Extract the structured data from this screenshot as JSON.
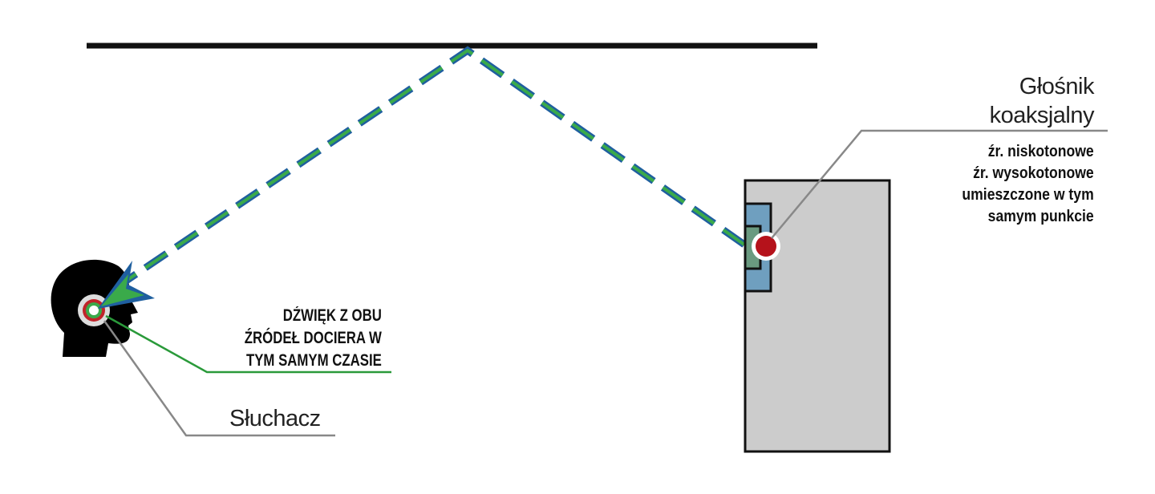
{
  "speaker": {
    "title_line1": "Głośnik",
    "title_line2": "koaksjalny",
    "desc": [
      "źr. niskotonowe",
      "źr. wysokotonowe",
      "umieszczone w tym",
      "samym punkcie"
    ]
  },
  "listener": {
    "label": "Słuchacz",
    "note": [
      "DŹWIĘK Z OBU",
      "ŹRÓDEŁ DOCIERA W",
      "TYM SAMYM CZASIE"
    ]
  },
  "colors": {
    "path_outer": "#1f5f9f",
    "path_inner": "#3aaa4a",
    "dot": "#b5121b",
    "cabinet": "#cccccc",
    "driver_outer": "#6f9fbf",
    "driver_inner": "#6a9a80"
  }
}
